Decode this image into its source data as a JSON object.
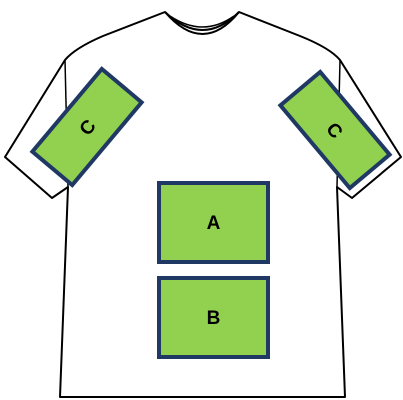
{
  "colors": {
    "shirt_fill": "#ffffff",
    "shirt_outline": "#000000",
    "patch_fill": "#92d050",
    "patch_border": "#1f3864",
    "label_text": "#000000"
  },
  "patches": {
    "front_upper": {
      "label": "A"
    },
    "front_lower": {
      "label": "B"
    },
    "left_sleeve": {
      "label": "C"
    },
    "right_sleeve": {
      "label": "C"
    }
  }
}
